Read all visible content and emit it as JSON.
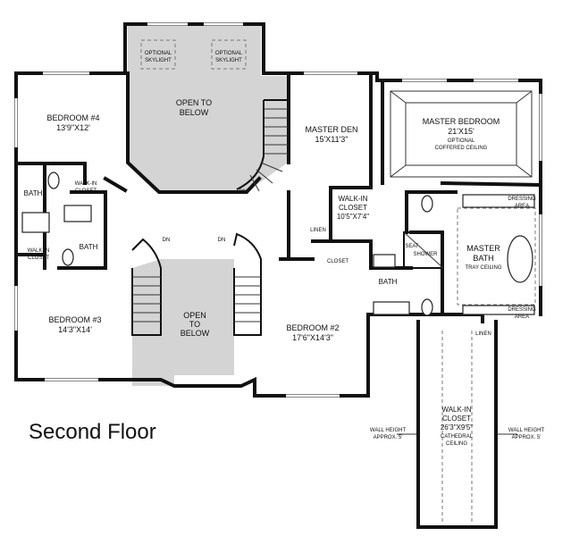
{
  "floor_title": "Second Floor",
  "rooms": {
    "open_top": {
      "name_1": "OPEN TO",
      "name_2": "BELOW"
    },
    "skylight_left": {
      "l1": "OPTIONAL",
      "l2": "SKYLIGHT"
    },
    "skylight_right": {
      "l1": "OPTIONAL",
      "l2": "SKYLIGHT"
    },
    "bedroom4": {
      "name": "BEDROOM #4",
      "dims": "13'9\"X12'"
    },
    "master_den": {
      "name": "MASTER DEN",
      "dims": "15'X11'3\""
    },
    "master_bedroom": {
      "name": "MASTER BEDROOM",
      "dims": "21'X15'",
      "note_1": "OPTIONAL",
      "note_2": "COFFERED CEILING"
    },
    "bath_left_top": {
      "name": "BATH"
    },
    "walkin_small": {
      "l1": "WALK-IN",
      "l2": "CLOSET"
    },
    "walkin_left": {
      "l1": "WALK-IN",
      "l2": "CLOSET"
    },
    "bath_left_mid": {
      "name": "BATH"
    },
    "walkin_closet_center": {
      "l1": "WALK-IN",
      "l2": "CLOSET",
      "dims": "10'5\"X7'4\""
    },
    "linen_center": {
      "name": "LINEN"
    },
    "closet_center": {
      "name": "CLOSET"
    },
    "seat": {
      "name": "SEAT"
    },
    "shower": {
      "name": "SHOWER"
    },
    "master_bath": {
      "l1": "MASTER",
      "l2": "BATH",
      "note": "TRAY CEILING"
    },
    "dressing_top": {
      "l1": "DRESSING",
      "l2": "AREA"
    },
    "dressing_bottom": {
      "l1": "DRESSING",
      "l2": "AREA"
    },
    "bath_center": {
      "name": "BATH"
    },
    "open_bottom": {
      "name_1": "OPEN",
      "name_2": "TO",
      "name_3": "BELOW"
    },
    "bedroom3": {
      "name": "BEDROOM #3",
      "dims": "14'3\"X14'"
    },
    "bedroom2": {
      "name": "BEDROOM #2",
      "dims": "17'6\"X14'3\""
    },
    "linen_right": {
      "name": "LINEN"
    },
    "walkin_long": {
      "l1": "WALK-IN",
      "l2": "CLOSET",
      "dims": "26'3\"X9'5\"",
      "note_1": "CATHEDRAL",
      "note_2": "CEILING"
    }
  },
  "stairs": {
    "dn_top": "DN",
    "dn_left": "DN",
    "dn_right": "DN"
  },
  "wall_height_left": {
    "l1": "WALL HEIGHT",
    "l2": "APPROX. 5'"
  },
  "wall_height_right": {
    "l1": "WALL HEIGHT",
    "l2": "APPROX. 5'"
  }
}
